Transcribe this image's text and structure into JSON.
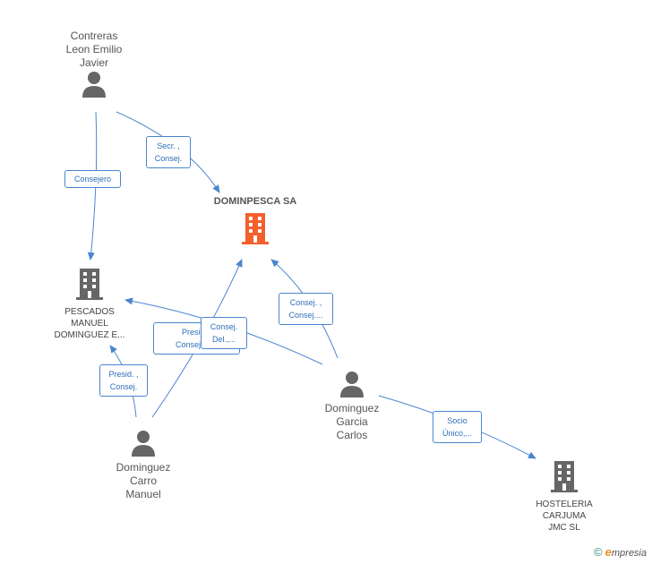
{
  "nodes": {
    "contreras": {
      "lines": [
        "Contreras",
        "Leon Emilio",
        "Javier"
      ]
    },
    "dominpesca": {
      "lines": [
        "DOMINPESCA SA"
      ]
    },
    "pescados": {
      "lines": [
        "PESCADOS",
        "MANUEL",
        "DOMINGUEZ E..."
      ]
    },
    "dom_carro": {
      "lines": [
        "Dominguez",
        "Carro",
        "Manuel"
      ]
    },
    "dom_garcia": {
      "lines": [
        "Dominguez",
        "Garcia",
        "Carlos"
      ]
    },
    "hosteleria": {
      "lines": [
        "HOSTELERIA",
        "CARJUMA",
        "JMC SL"
      ]
    }
  },
  "edges": {
    "consejero": [
      "Consejero"
    ],
    "secr": [
      "Secr. ,",
      "Consej."
    ],
    "presid_carro": [
      "Presid. ,",
      "Consej."
    ],
    "presid_garcia": [
      "Presid. ,",
      "Consej.,C..."
    ],
    "consej_del": [
      "Consej.",
      "Del.,..."
    ],
    "consej_garcia": [
      "Consej. ,",
      "Consej...."
    ],
    "socio": [
      "Socio",
      "Único,..."
    ]
  },
  "colors": {
    "edge": "#4a86cf",
    "person": "#666666",
    "company": "#666666",
    "main_company": "#f4602c"
  },
  "brand": {
    "copyright": "©",
    "e": "e",
    "rest": "mpresia"
  }
}
